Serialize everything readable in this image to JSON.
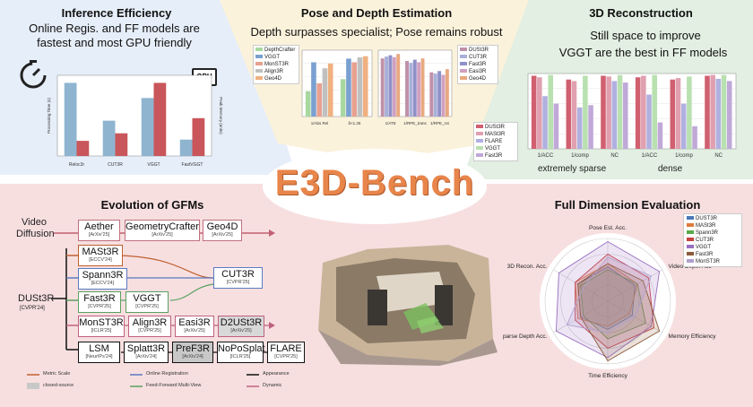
{
  "top_left": {
    "title": "Inference Efficiency",
    "subtitle_line1": "Online Regis. and FF models are",
    "subtitle_line2": "fastest and most GPU friendly",
    "gpu_label": "GPU",
    "chart_data": {
      "type": "bar",
      "categories": [
        "Reloc3r",
        "CUT3R",
        "VGGT",
        "FastVGGT"
      ],
      "series": [
        {
          "name": "Processing Time",
          "values": [
            2.9,
            1.4,
            2.3,
            0.65
          ]
        },
        {
          "name": "Peak Memory",
          "values": [
            0.6,
            0.9,
            2.9,
            1.5
          ]
        }
      ],
      "ylabel_left": "Processing Time (s)",
      "ylabel_right": "Peak Memory (units)",
      "ylim": [
        0,
        3.2
      ]
    },
    "colors": {
      "time": "#8fb4cf",
      "memory": "#c9565a"
    }
  },
  "top_center": {
    "title": "Pose and Depth Estimation",
    "subtitle": "Depth surpasses specialist; Pose remains robust",
    "legend": [
      "DepthCrafter",
      "VGGT",
      "MonST3R",
      "Align3R",
      "Geo4D"
    ],
    "depth_chart": {
      "type": "bar",
      "categories": [
        "1/Abs Rel",
        "δ<1.25"
      ],
      "series": [
        {
          "name": "DepthCrafter",
          "values": [
            0.42,
            0.62
          ]
        },
        {
          "name": "VGGT",
          "values": [
            0.9,
            0.96
          ]
        },
        {
          "name": "MonST3R",
          "values": [
            0.55,
            0.9
          ]
        },
        {
          "name": "Align3R",
          "values": [
            0.8,
            0.98
          ]
        },
        {
          "name": "Geo4D",
          "values": [
            0.88,
            1.0
          ]
        }
      ],
      "ylim": [
        0,
        1.1
      ]
    },
    "pose_legend": [
      "DUSt3R",
      "CUT3R",
      "Fast3R",
      "Easi3R",
      "Geo4D"
    ],
    "pose_chart": {
      "type": "bar",
      "categories": [
        "1/ATE",
        "1/RPE_trans",
        "1/RPE_rot"
      ],
      "series": [
        {
          "name": "DUSt3R",
          "values": [
            0.92,
            0.88,
            0.7
          ]
        },
        {
          "name": "CUT3R",
          "values": [
            0.95,
            0.85,
            0.68
          ]
        },
        {
          "name": "Fast3R",
          "values": [
            0.97,
            0.9,
            0.72
          ]
        },
        {
          "name": "Easi3R",
          "values": [
            0.94,
            0.86,
            0.66
          ]
        },
        {
          "name": "Geo4D",
          "values": [
            0.99,
            0.92,
            0.75
          ]
        }
      ],
      "ylim": [
        0,
        1.05
      ]
    },
    "colors": [
      "#a8d8a0",
      "#7aa0d0",
      "#e8a090",
      "#c0c0c0",
      "#f0b080"
    ]
  },
  "top_right": {
    "title": "3D Reconstruction",
    "subtitle_line1": "Still space to improve",
    "subtitle_line2": "VGGT are the best in FF models",
    "legend": [
      "DUSt3R",
      "MASt3R",
      "FLARE",
      "VGGT",
      "Fast3R"
    ],
    "chart_data": {
      "type": "bar",
      "categories": [
        "1/ACC",
        "1/comp",
        "NC",
        "1/ACC",
        "1/comp",
        "NC"
      ],
      "groups": [
        "extremely sparse",
        "dense"
      ],
      "series": [
        {
          "name": "DUSt3R",
          "values": [
            0.97,
            0.92,
            0.97,
            0.95,
            0.92,
            0.97
          ]
        },
        {
          "name": "MASt3R",
          "values": [
            0.95,
            0.9,
            0.96,
            0.97,
            0.94,
            0.98
          ]
        },
        {
          "name": "FLARE",
          "values": [
            0.7,
            0.55,
            0.9,
            0.72,
            0.6,
            0.93
          ]
        },
        {
          "name": "VGGT",
          "values": [
            0.98,
            0.97,
            0.98,
            0.98,
            0.96,
            0.98
          ]
        },
        {
          "name": "Fast3R",
          "values": [
            0.6,
            0.58,
            0.88,
            0.35,
            0.3,
            0.9
          ]
        }
      ],
      "ylim": [
        0,
        1.0
      ]
    },
    "group_label_1": "extremely sparse",
    "group_label_2": "dense",
    "colors": [
      "#d06070",
      "#e0a0b0",
      "#b0b0e0",
      "#b8e0b0",
      "#c0a8d8"
    ]
  },
  "center_title": "E3D-Bench",
  "bottom_left": {
    "title": "Evolution of GFMs",
    "video_diffusion": "Video\nDiffusion",
    "video_label_1": "Video",
    "video_label_2": "Diffusion",
    "root": {
      "name": "DUSt3R",
      "venue": "[CVPR'24]"
    },
    "nodes": {
      "aether": {
        "name": "Aether",
        "venue": "[ArXiv'25]"
      },
      "geometrycrafter": {
        "name": "GeometryCrafter",
        "venue": "[ArXiv'25]"
      },
      "geo4d": {
        "name": "Geo4D",
        "venue": "[ArXiv'25]"
      },
      "mast3r": {
        "name": "MASt3R",
        "venue": "[ECCV'24]"
      },
      "spann3r": {
        "name": "Spann3R",
        "venue": "[ECCV'24]"
      },
      "cut3r": {
        "name": "CUT3R",
        "venue": "[CVPR'25]"
      },
      "fast3r": {
        "name": "Fast3R",
        "venue": "[CVPR'25]"
      },
      "vggt": {
        "name": "VGGT",
        "venue": "[CVPR'25]"
      },
      "monst3r": {
        "name": "MonST3R",
        "venue": "[ICLR'25]"
      },
      "align3r": {
        "name": "Align3R",
        "venue": "[CVPR'25]"
      },
      "easi3r": {
        "name": "Easi3R",
        "venue": "[ArXiv'25]"
      },
      "d2ust3r": {
        "name": "D2USt3R",
        "venue": "[ArXiv'25]"
      },
      "lsm": {
        "name": "LSM",
        "venue": "[NeurIPs'24]"
      },
      "splatt3r": {
        "name": "Splatt3R",
        "venue": "[ArXiv'24]"
      },
      "pref3r": {
        "name": "PreF3R",
        "venue": "[ArXiv'24]"
      },
      "nopopsplat": {
        "name": "NoPoSplat",
        "venue": "[ICLR'25]"
      },
      "flare": {
        "name": "FLARE",
        "venue": "[CVPR'25]"
      }
    },
    "legend": {
      "metric_scale": "Metric Scale",
      "closed_source": "closed-source",
      "online_registration": "Online Registration",
      "feed_forward": "Feed-Forward Multi-View",
      "appearance": "Appearance",
      "dynamic": "Dynamic"
    }
  },
  "bottom_right": {
    "title": "Full Dimension Evaluation",
    "axes": [
      "Pose Est. Acc.",
      "Video Depth Acc",
      "Memory Efficiency",
      "Time Efficiency",
      "parse Depth Acc.",
      "3D Recon. Acc."
    ],
    "legend": [
      "DUST3R",
      "MASt3R",
      "Spann3R",
      "CUT3R",
      "VGGT",
      "Fast3R",
      "MonST3R"
    ],
    "chart_data": {
      "type": "radar",
      "axes": [
        "Pose Est. Acc.",
        "Video Depth Acc",
        "Memory Efficiency",
        "Time Efficiency",
        "parse Depth Acc.",
        "3D Recon. Acc."
      ],
      "series": [
        {
          "name": "DUST3R",
          "values": [
            0.55,
            0.5,
            0.45,
            0.45,
            0.5,
            0.55
          ]
        },
        {
          "name": "MASt3R",
          "values": [
            0.6,
            0.55,
            0.4,
            0.4,
            0.55,
            0.6
          ]
        },
        {
          "name": "Spann3R",
          "values": [
            0.5,
            0.55,
            0.7,
            0.6,
            0.45,
            0.5
          ]
        },
        {
          "name": "CUT3R",
          "values": [
            0.75,
            0.75,
            0.85,
            0.75,
            0.6,
            0.6
          ]
        },
        {
          "name": "VGGT",
          "values": [
            0.95,
            0.95,
            0.8,
            0.9,
            0.95,
            0.9
          ]
        },
        {
          "name": "Fast3R",
          "values": [
            0.6,
            0.65,
            0.95,
            0.95,
            0.5,
            0.55
          ]
        },
        {
          "name": "MonST3R",
          "values": [
            0.7,
            0.8,
            0.5,
            0.5,
            0.75,
            0.45
          ]
        }
      ],
      "rlim": [
        0,
        1
      ]
    },
    "colors": [
      "#4a78b8",
      "#e07a3a",
      "#59a84c",
      "#c84040",
      "#9a70c0",
      "#8b5a3a",
      "#b0a0d0"
    ]
  }
}
